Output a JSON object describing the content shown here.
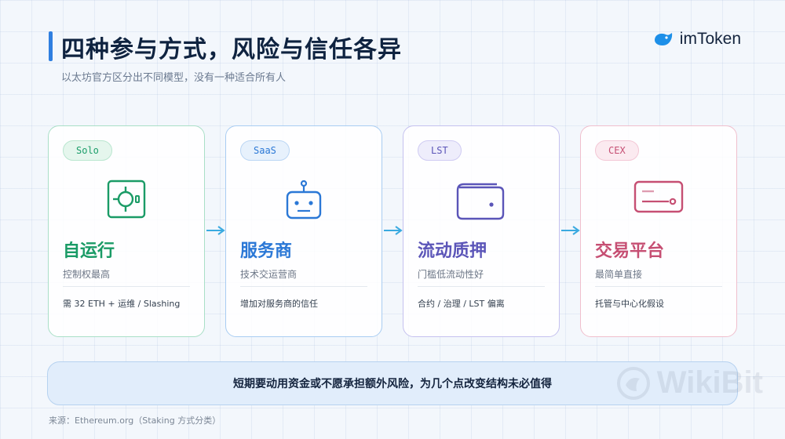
{
  "header": {
    "title": "四种参与方式，风险与信任各异",
    "subtitle": "以太坊官方区分出不同模型，没有一种适合所有人",
    "logo_text": "imToken"
  },
  "cards": [
    {
      "tag": "Solo",
      "name": "自运行",
      "desc": "控制权最高",
      "note": "需 32 ETH + 运维 / Slashing",
      "icon": "safe-icon",
      "color": "#1a9b66"
    },
    {
      "tag": "SaaS",
      "name": "服务商",
      "desc": "技术交运营商",
      "note": "增加对服务商的信任",
      "icon": "robot-icon",
      "color": "#2b78d6"
    },
    {
      "tag": "LST",
      "name": "流动质押",
      "desc": "门槛低流动性好",
      "note": "合约 / 治理 / LST 偏离",
      "icon": "wallet-icon",
      "color": "#5b55b8"
    },
    {
      "tag": "CEX",
      "name": "交易平台",
      "desc": "最简单直接",
      "note": "托管与中心化假设",
      "icon": "card-icon",
      "color": "#c64f73"
    }
  ],
  "banner": {
    "text": "短期要动用资金或不愿承担额外风险，为几个点改变结构未必值得"
  },
  "footer": {
    "source": "来源：Ethereum.org（Staking 方式分类）"
  },
  "watermark": {
    "text": "WikiBit"
  },
  "colors": {
    "accent": "#2f7fe0",
    "arrow": "#3aaae0"
  }
}
